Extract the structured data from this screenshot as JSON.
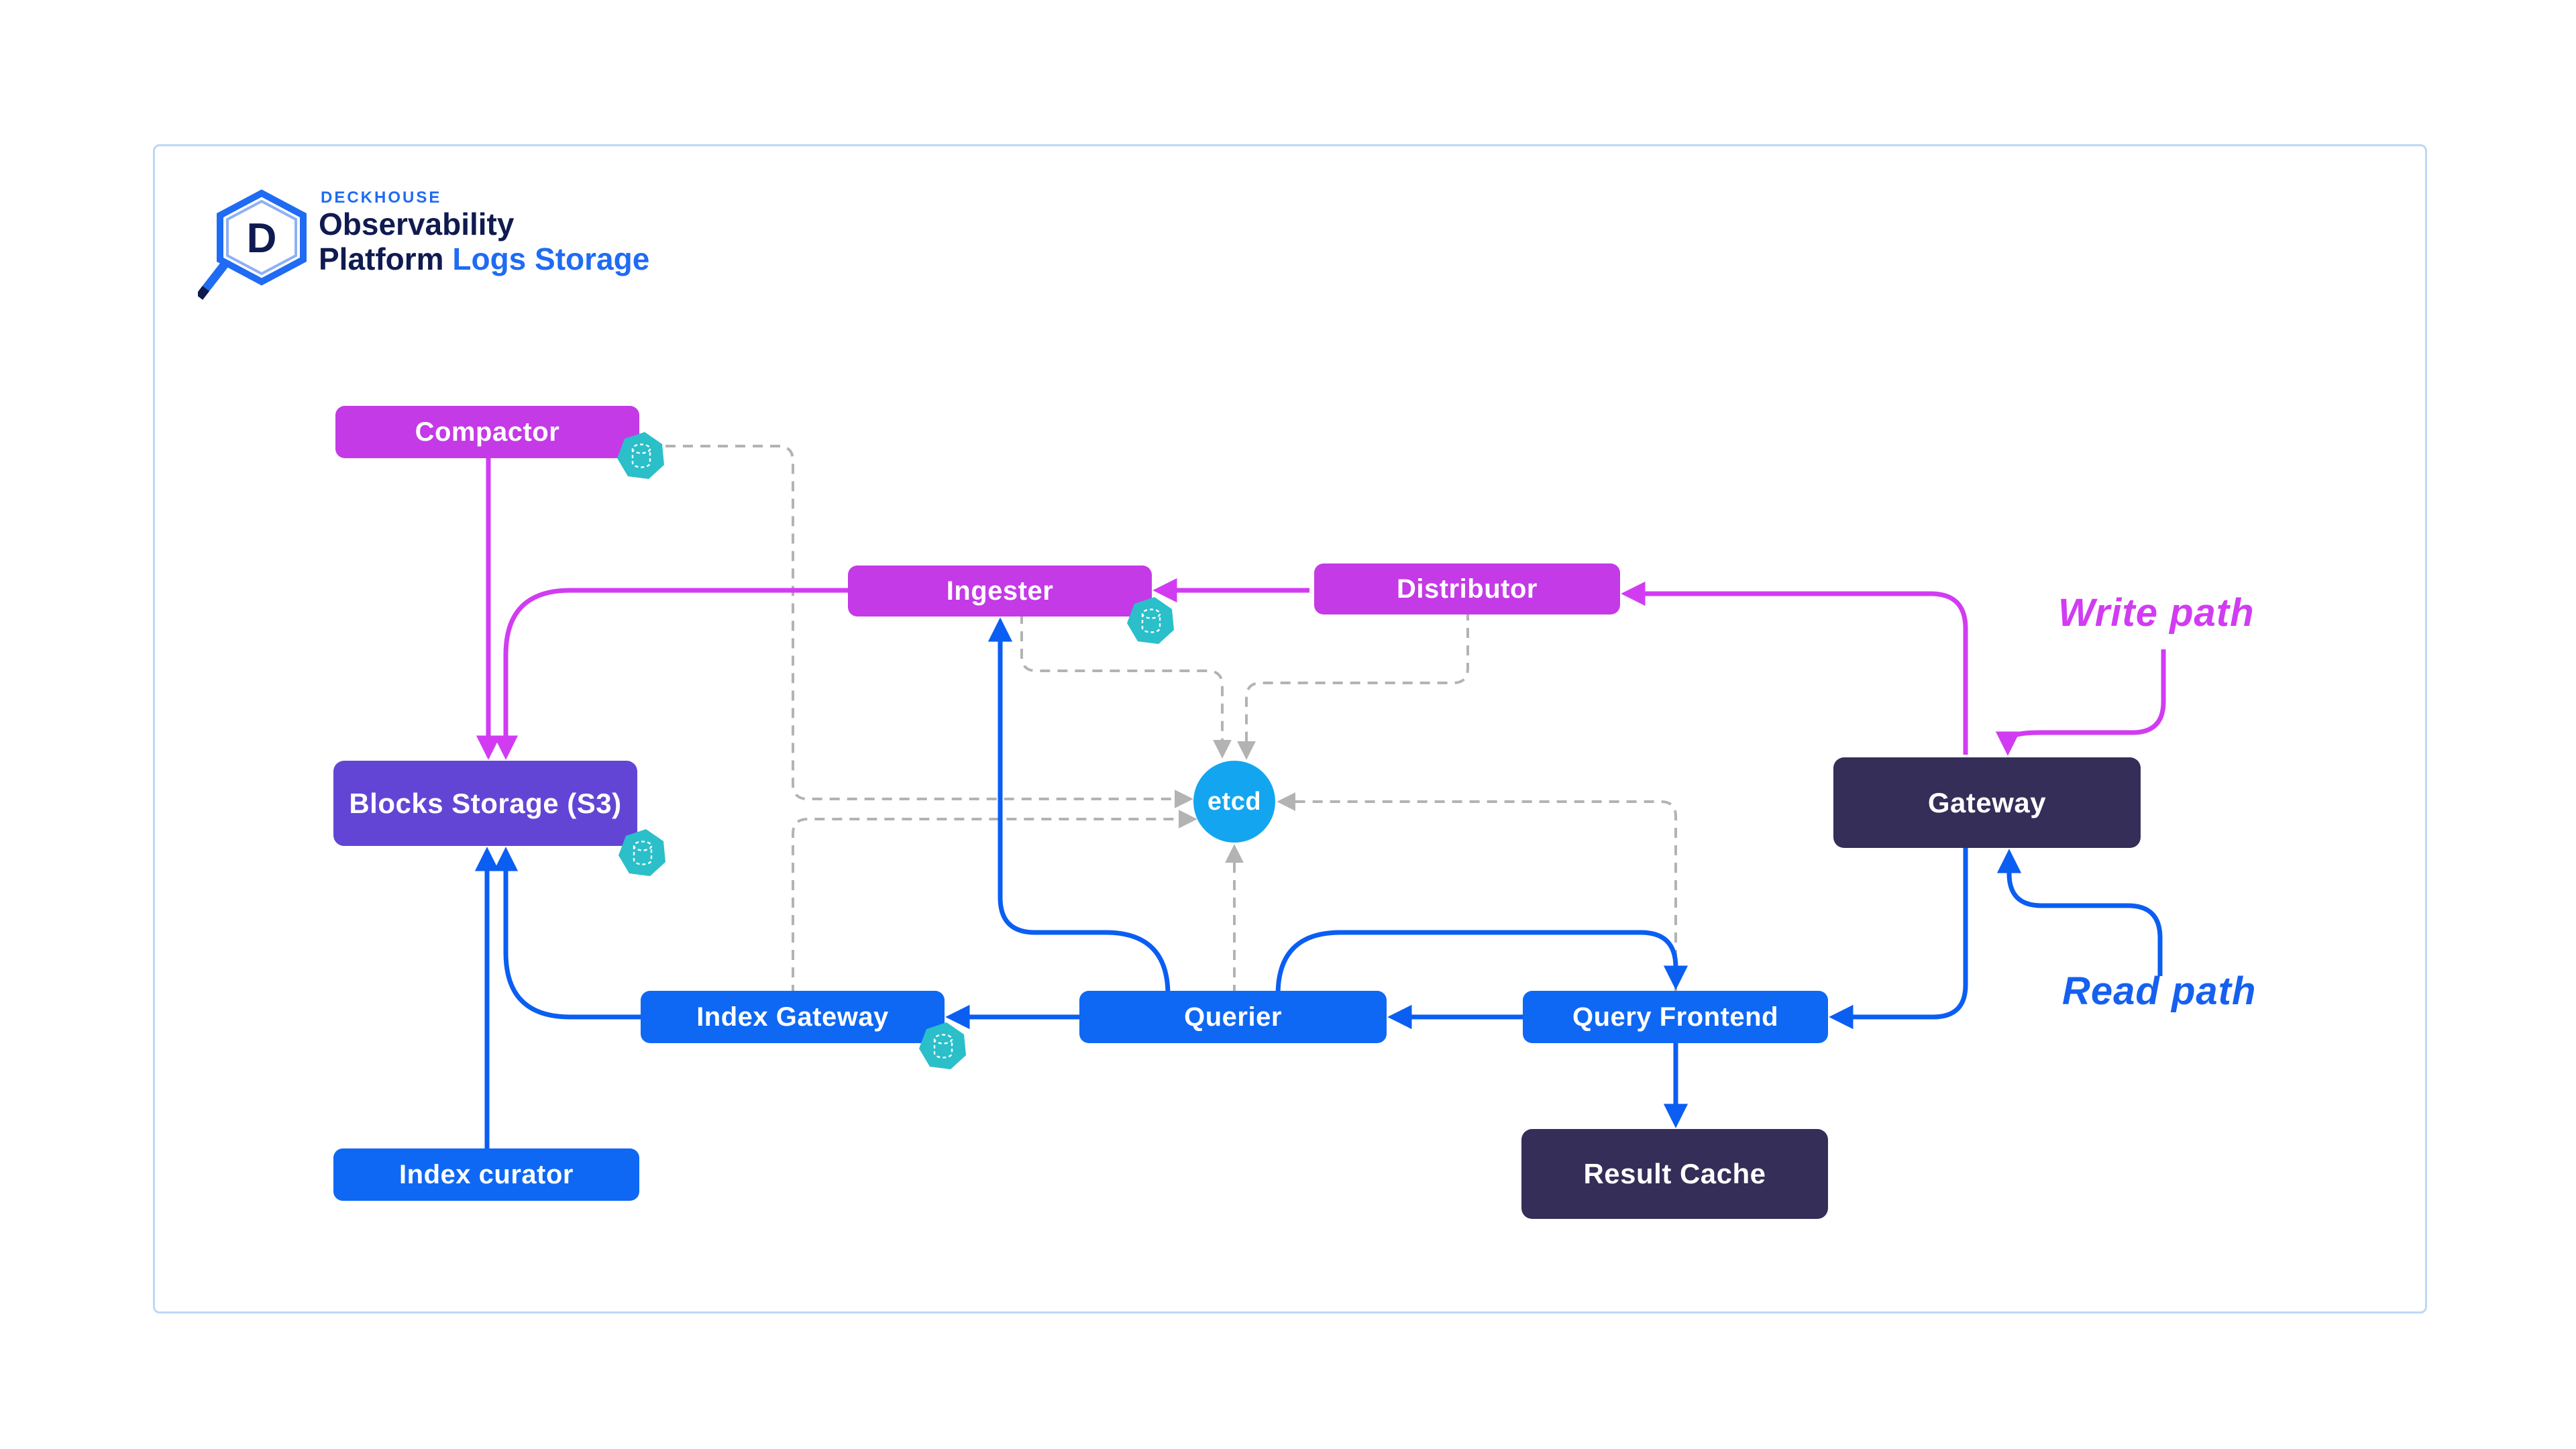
{
  "header": {
    "brand": "DECKHOUSE",
    "title_line1": "Observability",
    "title_line2": "Platform",
    "title_suffix": "Logs Storage"
  },
  "nodes": {
    "compactor": "Compactor",
    "ingester": "Ingester",
    "distributor": "Distributor",
    "blocks_storage": "Blocks Storage (S3)",
    "etcd": "etcd",
    "gateway": "Gateway",
    "index_gateway": "Index Gateway",
    "querier": "Querier",
    "query_frontend": "Query Frontend",
    "index_curator": "Index curator",
    "result_cache": "Result Cache"
  },
  "legend": {
    "write_path": "Write path",
    "read_path": "Read path"
  },
  "badges": {
    "icon": "database-badge",
    "attached_to": [
      "compactor",
      "ingester",
      "blocks_storage",
      "index_gateway"
    ]
  },
  "edges": [
    {
      "from": "gateway",
      "to": "distributor",
      "type": "write"
    },
    {
      "from": "distributor",
      "to": "ingester",
      "type": "write"
    },
    {
      "from": "ingester",
      "to": "blocks_storage",
      "type": "write"
    },
    {
      "from": "compactor",
      "to": "blocks_storage",
      "type": "write"
    },
    {
      "from": "gateway",
      "to": "query_frontend",
      "type": "read"
    },
    {
      "from": "query_frontend",
      "to": "querier",
      "type": "read"
    },
    {
      "from": "querier",
      "to": "index_gateway",
      "type": "read"
    },
    {
      "from": "querier",
      "to": "ingester",
      "type": "read"
    },
    {
      "from": "querier",
      "to": "query_frontend",
      "type": "read"
    },
    {
      "from": "index_gateway",
      "to": "blocks_storage",
      "type": "read"
    },
    {
      "from": "index_curator",
      "to": "blocks_storage",
      "type": "read"
    },
    {
      "from": "query_frontend",
      "to": "result_cache",
      "type": "read"
    },
    {
      "from": "compactor",
      "to": "etcd",
      "type": "ring"
    },
    {
      "from": "ingester",
      "to": "etcd",
      "type": "ring"
    },
    {
      "from": "distributor",
      "to": "etcd",
      "type": "ring"
    },
    {
      "from": "querier",
      "to": "etcd",
      "type": "ring"
    },
    {
      "from": "query_frontend",
      "to": "etcd",
      "type": "ring"
    },
    {
      "from": "index_gateway",
      "to": "etcd",
      "type": "ring"
    }
  ],
  "colors": {
    "write_path": "#d13cf2",
    "read_path": "#1660f0",
    "magenta_node": "#c43ae6",
    "blue_node": "#0e68f4",
    "purple_node": "#6345d6",
    "dark_node": "#342e58",
    "etcd_node": "#14a5f0",
    "badge": "#2abfc9",
    "dashed_line": "#b3b3b3",
    "logo_navy": "#0f1b50",
    "logo_blue": "#1f6bf3",
    "frame_border": "#bdd7f7"
  }
}
